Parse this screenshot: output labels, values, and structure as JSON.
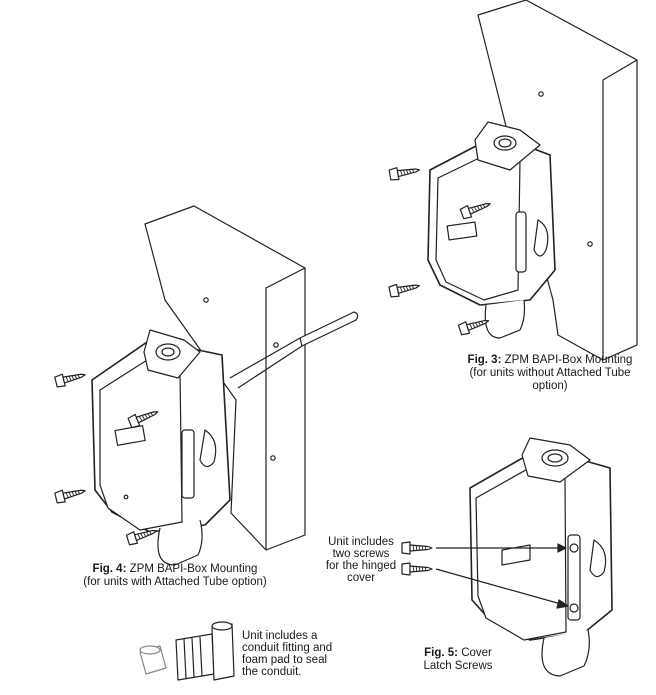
{
  "fig3": {
    "label": "Fig. 3:",
    "title": "ZPM BAPI-Box Mounting",
    "line2": "(for units without Attached Tube",
    "line3": "option)"
  },
  "fig4": {
    "label": "Fig. 4:",
    "title": "ZPM BAPI-Box Mounting",
    "line2": "(for units with Attached Tube option)"
  },
  "fig5": {
    "label": "Fig. 5:",
    "title": "Cover",
    "line2": "Latch Screws"
  },
  "screw_note": {
    "l1": "Unit includes",
    "l2": "two screws",
    "l3": "for the hinged",
    "l4": "cover"
  },
  "conduit_note": {
    "l1": "Unit includes a",
    "l2": "conduit fitting and",
    "l3": "foam pad to seal",
    "l4": "the conduit."
  }
}
